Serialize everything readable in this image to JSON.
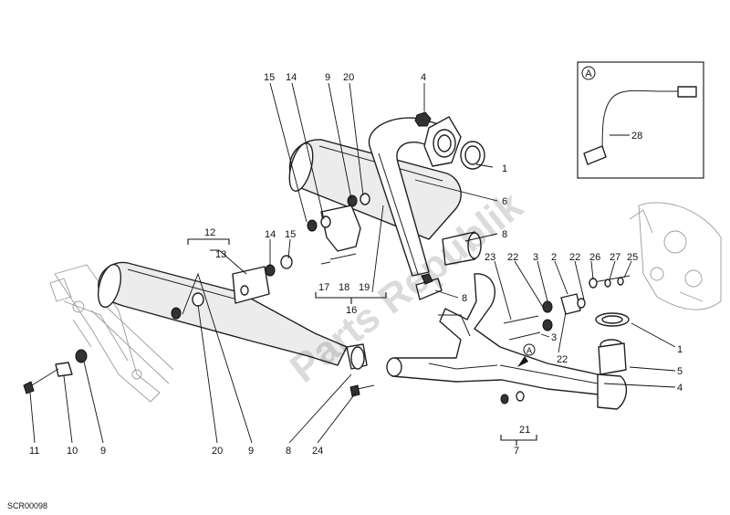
{
  "drawing_code": "SCR00098",
  "watermark": "Parts Republik",
  "detail_marker": "A",
  "callouts": [
    "1",
    "2",
    "3",
    "4",
    "5",
    "6",
    "7",
    "8",
    "9",
    "10",
    "11",
    "12",
    "13",
    "14",
    "15",
    "16",
    "17",
    "18",
    "19",
    "20",
    "21",
    "22",
    "23",
    "24",
    "25",
    "26",
    "27",
    "28"
  ],
  "colors": {
    "line": "#222222",
    "background": "#ffffff"
  }
}
